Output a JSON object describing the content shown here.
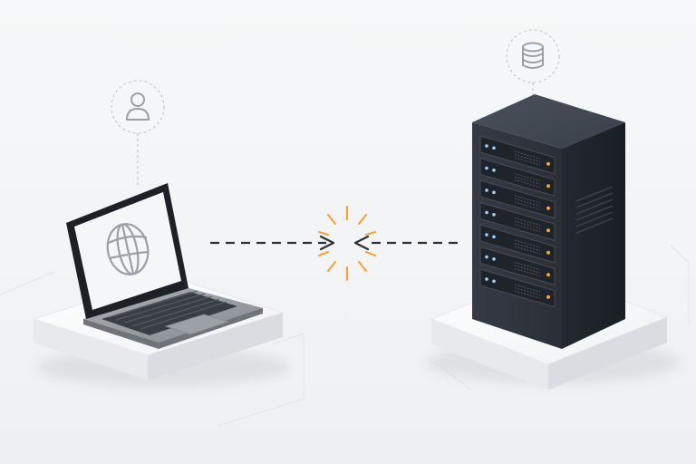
{
  "diagram": {
    "nodes": [
      {
        "id": "client",
        "kind": "laptop",
        "role_icon": "user-icon",
        "screen_icon": "globe-icon"
      },
      {
        "id": "server",
        "kind": "server-rack",
        "role_icon": "database-icon",
        "drive_count": 7
      }
    ],
    "connection": {
      "from": "client",
      "to": "server",
      "style": "dashed",
      "state": "broken",
      "indicator_icon": "spark-burst-icon"
    },
    "colors": {
      "background": "#f4f5f7",
      "line": "#2b2f36",
      "accent": "#f3a53a",
      "server_body": "#2a2f37",
      "server_side": "#1d2128",
      "laptop_body": "#8f949b",
      "screen": "#f5f6f7",
      "icon_gray": "#9aa0a7",
      "led_blue": "#9fd3ff",
      "led_amber": "#f3a53a"
    }
  }
}
